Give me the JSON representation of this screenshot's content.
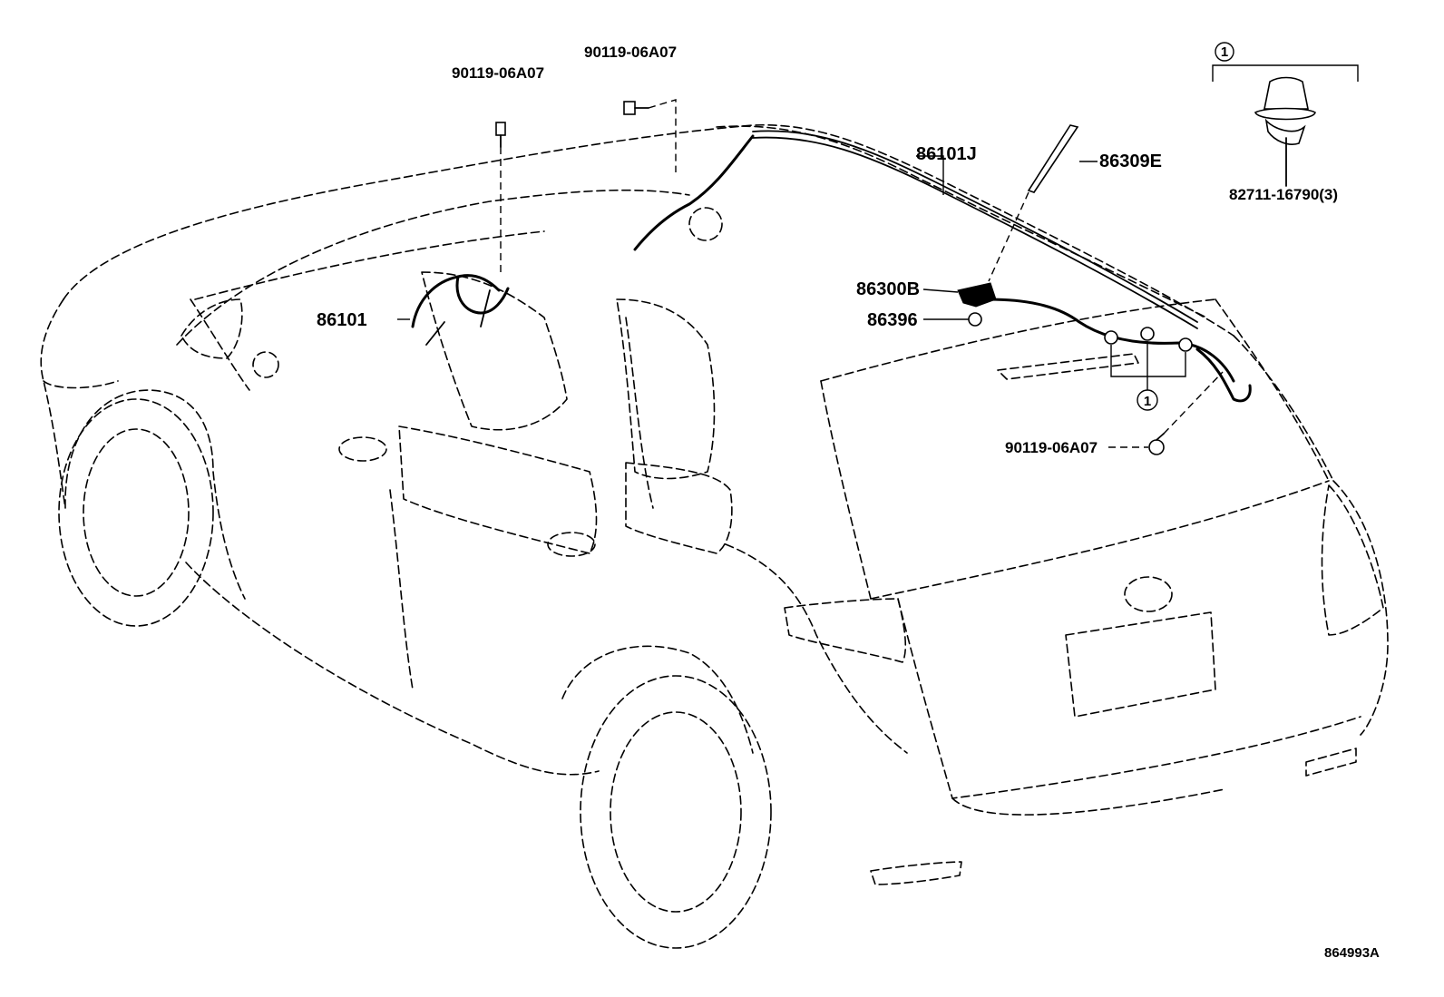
{
  "diagram": {
    "labels": {
      "bolt_front_left": "90119-06A07",
      "bolt_front_right": "90119-06A07",
      "bolt_rear": "90119-06A07",
      "front_harness": "86101",
      "roof_harness": "86101J",
      "antenna_rod": "86309E",
      "antenna_base": "86300B",
      "antenna_nut": "86396",
      "clip": "82711-16790(3)",
      "callout_top": "1",
      "callout_rear": "1",
      "figure_number": "864993A"
    }
  }
}
